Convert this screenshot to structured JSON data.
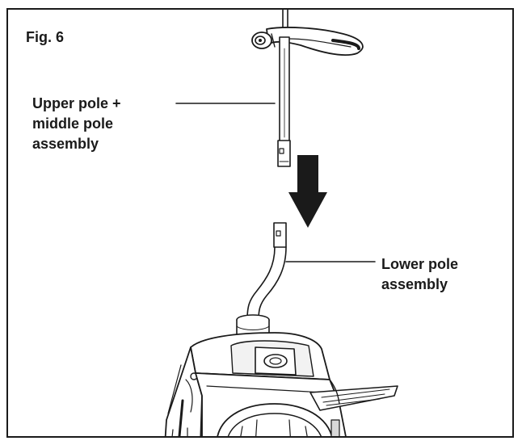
{
  "figure": {
    "label": "Fig. 6"
  },
  "callouts": {
    "upper": [
      "Upper pole +",
      "middle pole",
      "assembly"
    ],
    "lower": [
      "Lower pole",
      "assembly"
    ]
  },
  "colors": {
    "ink": "#1a1a1a",
    "light_fill": "#f2f2f2",
    "mid_fill": "#d9d9d9"
  }
}
